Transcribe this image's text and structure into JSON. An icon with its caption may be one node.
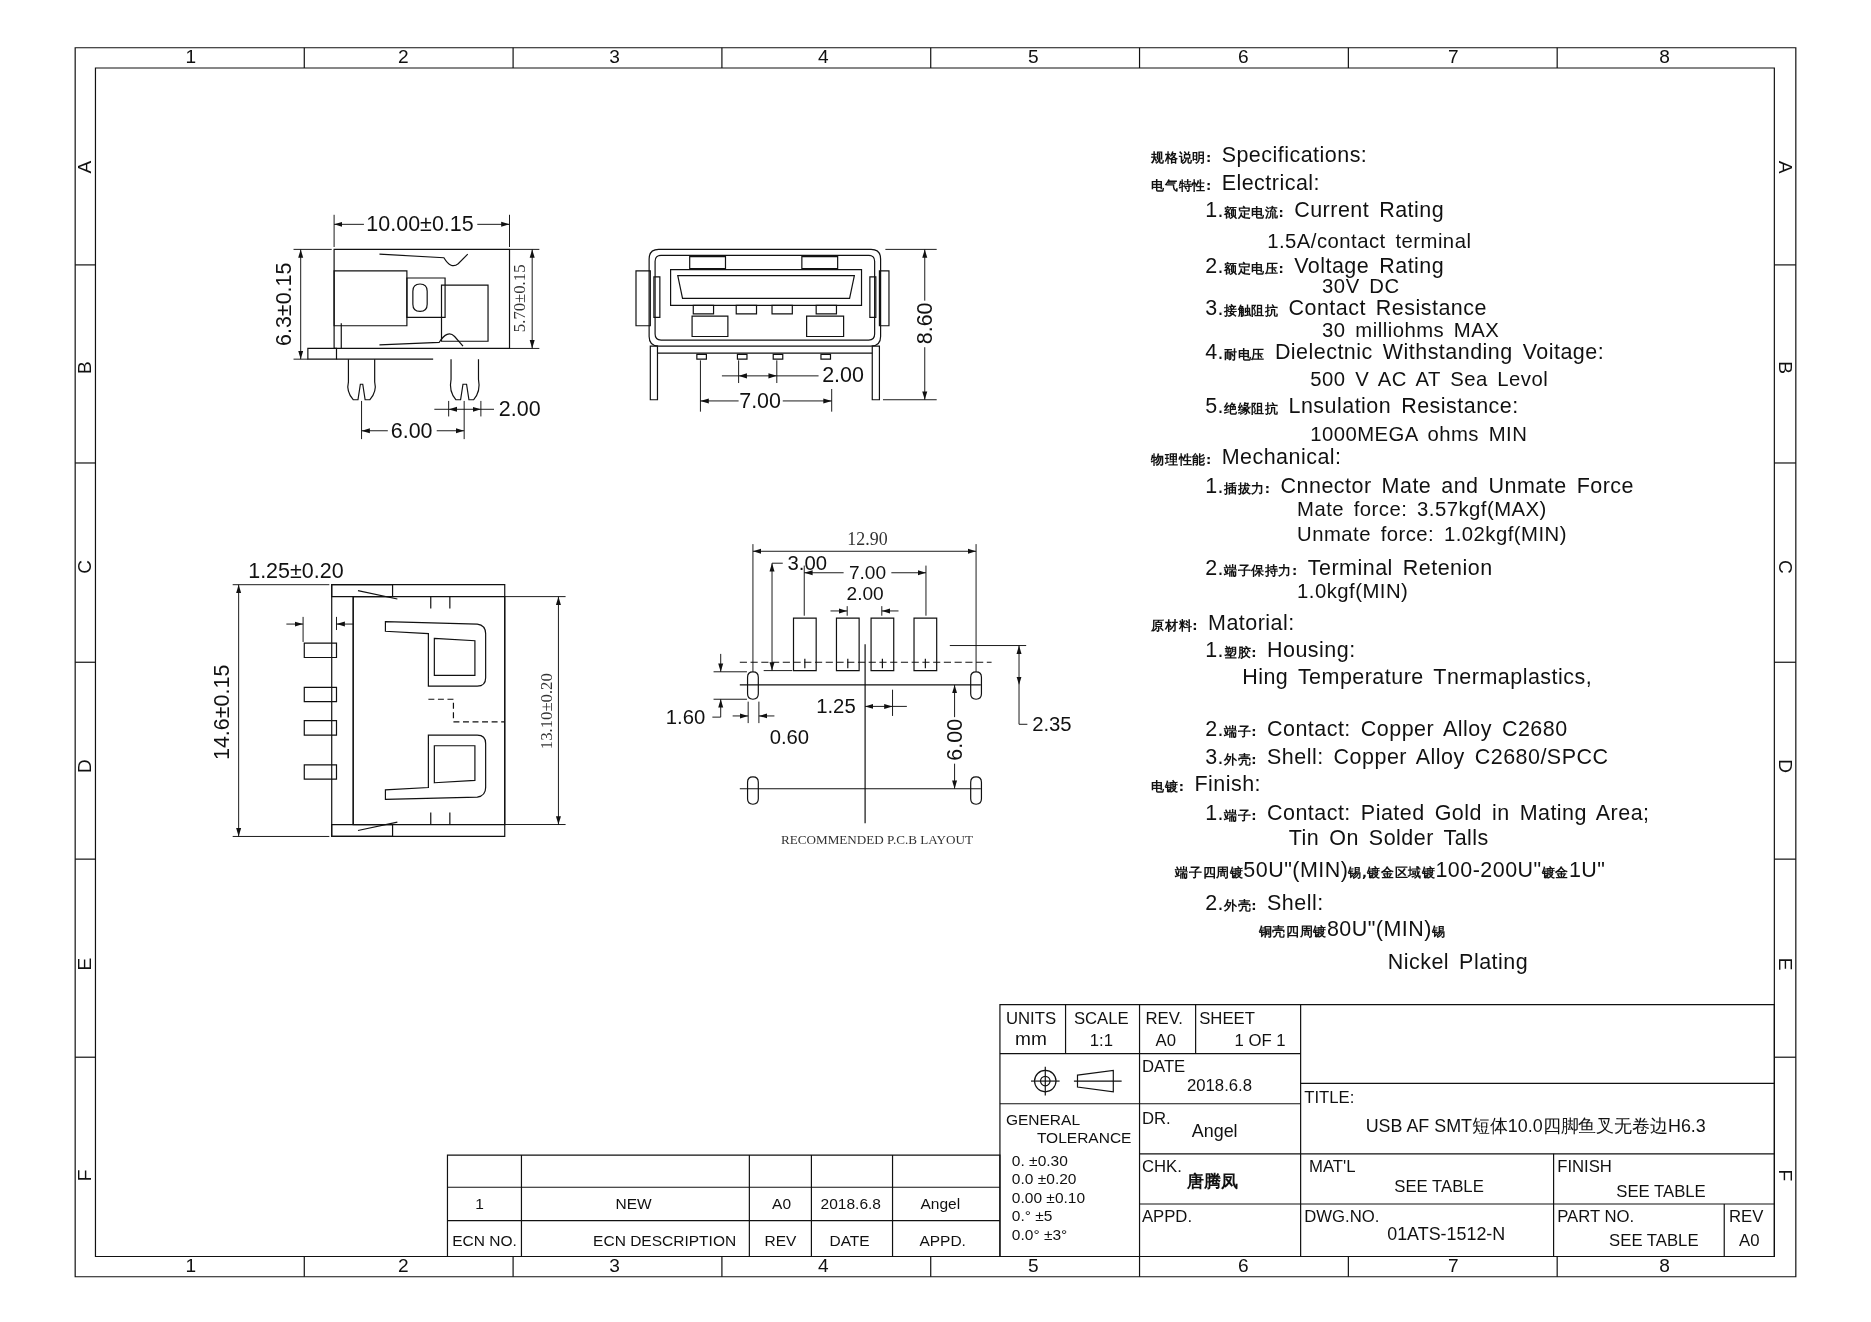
{
  "diagram": {
    "labels": [
      "1",
      "2",
      "3",
      "4",
      "5",
      "6",
      "7",
      "8",
      "A",
      "B",
      "C",
      "D",
      "E",
      "F",
      "A",
      "B",
      "C",
      "D",
      "E",
      "F",
      "10.00±0.15",
      "6.3±0.15",
      "5.70±0.15",
      "2.00",
      "6.00",
      "8.60",
      "2.00",
      "7.00",
      "1.25±0.20",
      "14.6±0.15",
      "13.10±0.20",
      "12.90",
      "3.00",
      "7.00",
      "2.00",
      "1.60",
      "1.25",
      "0.60",
      "6.00",
      "2.35",
      "RECOMMENDED P.C.B LAYOUT",
      "**规格说明:** Specifications:",
      "**电气特性:** Electrical:",
      "1.**额定电流:** Current Rating",
      "1.5A/contact terminal",
      "2.**额定电压:** Voltage Rating",
      "30V DC",
      "3.**接触阻抗** Contact Resistance",
      "30 milliohms MAX",
      "4.**耐电压** Dielectnic Withstanding Voitage:",
      "500 V AC AT Sea Levol",
      "5.**绝缘阻抗** Lnsulation Resistance:",
      "1000MEGA ohms MIN",
      "**物理性能:** Mechanical:",
      "1.**插拔力:** Cnnector Mate and Unmate Force",
      "Mate force: 3.57kgf(MAX)",
      "Unmate force: 1.02kgf(MIN)",
      "2.**端子保持力:** Terminal Retenion",
      "1.0kgf(MIN)",
      "**原材料:** Matorial:",
      "1.**塑胶:** Housing:",
      "Hing Temperature Tnermaplastics,",
      "2.**端子:** Contact: Copper Alloy C2680",
      "3.**外壳:** Shell: Copper Alloy C2680/SPCC",
      "**电镀:** Finish:",
      "1.**端子:** Contact: Piated Gold in Mating Area;",
      "Tin On Solder Talls",
      "**端子四周镀**50U\"(MIN)**锡,镀金区域镀**100-200U\"**镀金**1U\"",
      "2.**外壳:** Shell:",
      "**铜壳四周镀**80U\"(MIN)**锡**",
      "Nickel Plating",
      "UNITS",
      "mm",
      "SCALE",
      "1:1",
      "REV.",
      "A0",
      "SHEET",
      "1 OF 1",
      "DATE",
      "2018.6.8",
      "TITLE:",
      "USB AF SMT短体10.0四脚鱼叉无卷边H6.3",
      "GENERAL TOLERANCE",
      "DR.",
      "Angel",
      "0. ±0.30",
      "0.0 ±0.20",
      "0.00 ±0.10",
      "0.° ±5",
      "0.0° ±3°",
      "CHK.",
      "唐腾凤",
      "MAT'L",
      "SEE TABLE",
      "FINISH",
      "SEE TABLE",
      "APPD.",
      "DWG.NO.",
      "01ATS-1512-N",
      "PART NO.",
      "SEE TABLE",
      "REV",
      "A0",
      "1",
      "NEW",
      "A0",
      "2018.6.8",
      "Angel",
      "ECN NO.",
      "ECN DESCRIPTION",
      "REV",
      "DATE",
      "APPD.",
      "1",
      "2",
      "3",
      "4",
      "5",
      "6",
      "7",
      "8"
    ]
  }
}
